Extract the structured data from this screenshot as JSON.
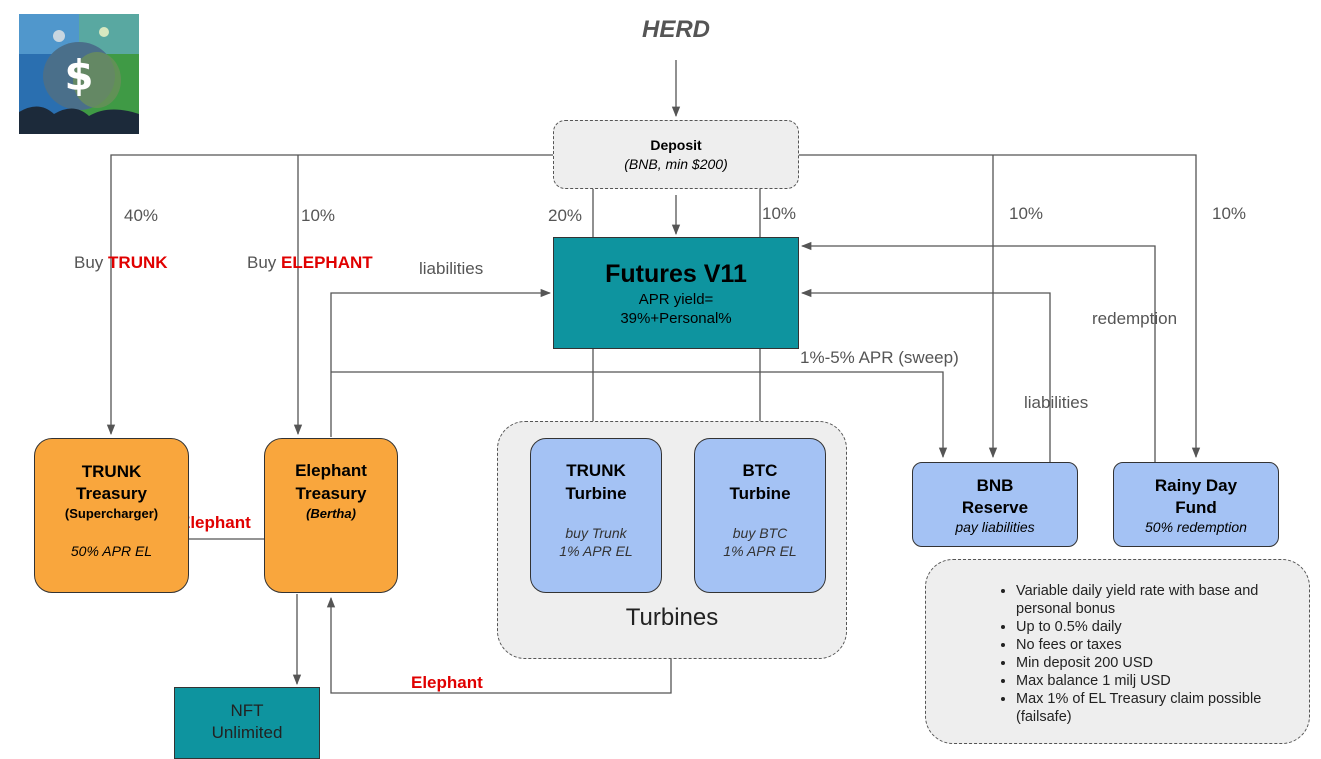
{
  "title": "HERD",
  "deposit": {
    "title": "Deposit",
    "subtitle": "(BNB, min $200)"
  },
  "futures": {
    "title": "Futures V11",
    "line1": "APR yield=",
    "line2": "39%+Personal%"
  },
  "flows": {
    "trunk_pct": "40%",
    "buy_trunk_prefix": "Buy ",
    "buy_trunk_token": "TRUNK",
    "elephant_pct": "10%",
    "buy_elephant_prefix": "Buy ",
    "buy_elephant_token": "ELEPHANT",
    "trunk_turbine_pct": "20%",
    "btc_turbine_pct": "10%",
    "bnb_reserve_pct": "10%",
    "rainy_day_pct": "10%",
    "liabilities_left": "liabilities",
    "redemption": "redemption",
    "sweep": "1%-5% APR (sweep)",
    "liabilities_right": "liabilities",
    "elephant_mid": "Elephant",
    "elephant_bottom": "Elephant"
  },
  "trunk_treasury": {
    "line1": "TRUNK",
    "line2": "Treasury",
    "line3": "(Supercharger)",
    "note": "50% APR EL"
  },
  "elephant_treasury": {
    "line1": "Elephant",
    "line2": "Treasury",
    "line3": "(Bertha)"
  },
  "turbines": {
    "group_label": "Turbines",
    "trunk": {
      "line1": "TRUNK",
      "line2": "Turbine",
      "note1": "buy Trunk",
      "note2": "1% APR EL"
    },
    "btc": {
      "line1": "BTC",
      "line2": "Turbine",
      "note1": "buy BTC",
      "note2": "1% APR EL"
    }
  },
  "bnb_reserve": {
    "line1": "BNB",
    "line2": "Reserve",
    "note": "pay liabilities"
  },
  "rainy_day": {
    "line1": "Rainy Day",
    "line2": "Fund",
    "note": "50% redemption"
  },
  "nft": {
    "line1": "NFT",
    "line2": "Unlimited"
  },
  "notes": [
    "Variable daily yield rate with base and personal bonus",
    "Up to 0.5% daily",
    "No fees or taxes",
    "Min deposit 200 USD",
    "Max balance 1 milj USD",
    "Max 1% of EL Treasury claim possible (failsafe)"
  ],
  "colors": {
    "orange": "#f9a63d",
    "blue": "#a4c2f4",
    "teal": "#0e949f",
    "red": "#e00000",
    "grey": "#eeeeee"
  },
  "logo_icon": "elephant-dollar-logo"
}
